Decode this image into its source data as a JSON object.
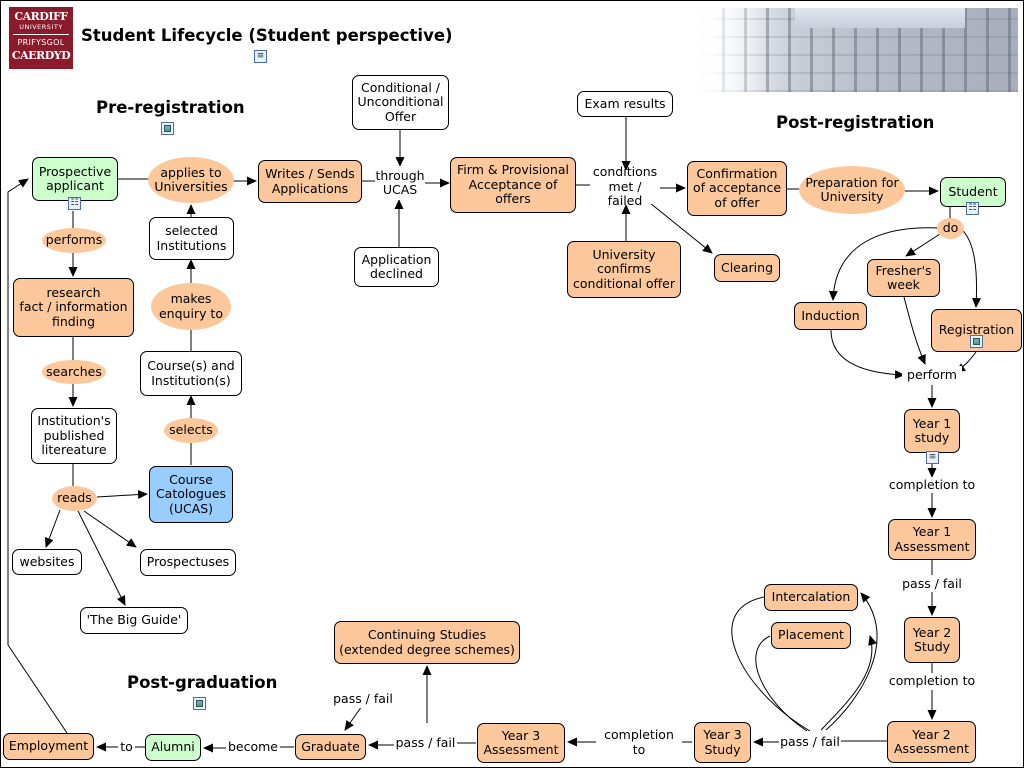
{
  "title": "Student Lifecycle (Student perspective)",
  "logo": {
    "line1": "CARDIFF",
    "line2": "UNIVERSITY",
    "line3": "PRIFYSGOL",
    "line4": "CAERDYD"
  },
  "sections": {
    "pre": "Pre-registration",
    "post": "Post-registration",
    "grad": "Post-graduation"
  },
  "icons": {
    "title": "document-icon",
    "pre": "image-icon",
    "grad": "image-icon",
    "prospective": "hierarchy-icon",
    "student": "hierarchy-icon",
    "registration": "image-icon",
    "year1": "document-icon"
  },
  "nodes": {
    "prospective": "Prospective\napplicant",
    "performs": "performs",
    "research": "research\nfact / information\nfinding",
    "searches": "searches",
    "published": "Institution's\npublished\nlitereature",
    "reads": "reads",
    "websites": "websites",
    "prospectuses": "Prospectuses",
    "bigguide": "'The Big Guide'",
    "catalogues": "Course\nCatologues\n(UCAS)",
    "selects": "selects",
    "courses": "Course(s) and\nInstitution(s)",
    "enquiry": "makes\nenquiry to",
    "selected": "selected\nInstitutions",
    "applies": "applies to\nUniversities",
    "writes": "Writes / Sends\nApplications",
    "ucas": "through\nUCAS",
    "condoffer": "Conditional /\nUnconditional\nOffer",
    "declined": "Application\ndeclined",
    "firm": "Firm & Provisional\nAcceptance of\noffers",
    "exam": "Exam results",
    "conditions": "conditions\nmet / failed",
    "univconfirms": "University\nconfirms\nconditional offer",
    "clearing": "Clearing",
    "confirmation": "Confirmation\nof acceptance\nof offer",
    "preparation": "Preparation for\nUniversity",
    "student": "Student",
    "do": "do",
    "freshers": "Fresher's\nweek",
    "induction": "Induction",
    "registration": "Registration",
    "perform": "perform",
    "y1study": "Year 1\nstudy",
    "completion1": "completion to",
    "y1assess": "Year 1\nAssessment",
    "passfail1": "pass / fail",
    "y2study": "Year 2\nStudy",
    "completion2": "completion to",
    "y2assess": "Year 2\nAssessment",
    "intercalation": "Intercalation",
    "placement": "Placement",
    "passfail2": "pass / fail",
    "y3study": "Year 3\nStudy",
    "completion3": "completion to",
    "y3assess": "Year 3\nAssessment",
    "passfail3": "pass / fail",
    "continuing": "Continuing Studies\n(extended degree schemes)",
    "passfail4": "pass / fail",
    "graduate": "Graduate",
    "become": "become",
    "alumni": "Alumni",
    "to": "to",
    "employment": "Employment"
  }
}
